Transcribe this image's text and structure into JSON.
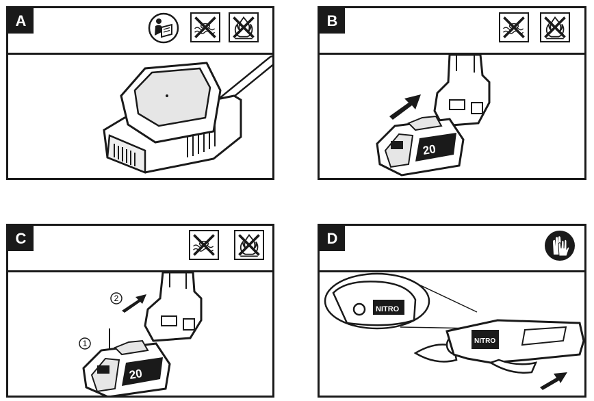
{
  "panels": {
    "a": {
      "label": "A",
      "icons": [
        "read-manual-icon",
        "no-water-icon",
        "no-fire-icon"
      ]
    },
    "b": {
      "label": "B",
      "icons": [
        "no-water-icon",
        "no-fire-icon"
      ]
    },
    "c": {
      "label": "C",
      "icons": [
        "no-water-icon",
        "no-fire-icon"
      ],
      "step1": "1",
      "step2": "2"
    },
    "d": {
      "label": "D",
      "icons": [
        "gloves-icon"
      ]
    }
  },
  "battery_mark": "20",
  "tool_brand": "NITRO",
  "colors": {
    "ink": "#1a1a1a",
    "paper": "#ffffff",
    "shade": "#e6e6e6"
  }
}
